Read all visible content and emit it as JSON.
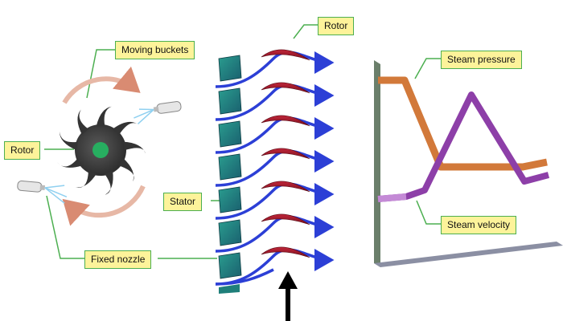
{
  "labels": {
    "moving_buckets": "Moving buckets",
    "rotor_left": "Rotor",
    "rotor_top": "Rotor",
    "stator": "Stator",
    "fixed_nozzle": "Fixed nozzle",
    "steam_pressure": "Steam pressure",
    "steam_velocity": "Steam velocity"
  },
  "colors": {
    "label_background": "#fdf39a",
    "label_border": "#4caf50",
    "leader_line": "#4caf50",
    "rotor_body": "#3a3a3a",
    "rotor_hub": "#27ae60",
    "rotation_arrow": "#d98b72",
    "moving_bucket": "#a3172a",
    "fixed_blade": "#1f7f7a",
    "steam_flow": "#2c3fd6",
    "steam_pressure_curve": "#d2793a",
    "steam_velocity_curve": "#8d3fa8",
    "axis": "#5b6b5b"
  },
  "icons": {
    "direction_arrow": "up-arrow",
    "nozzle": "steam-nozzle"
  }
}
